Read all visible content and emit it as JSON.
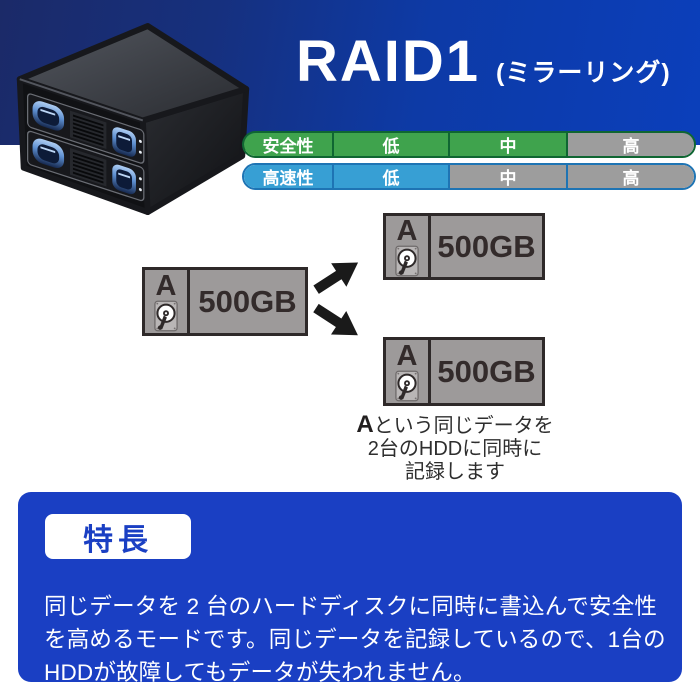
{
  "header": {
    "title": "RAID1",
    "subtitle": "(ミラーリング)",
    "bg_left_color": "#1b2a68",
    "bg_right_color": "#0b3fbb"
  },
  "ratings": {
    "safety": {
      "label": "安全性",
      "fill_color": "#3fa34d",
      "border_color": "#0f6632",
      "levels": [
        {
          "text": "低",
          "active": true
        },
        {
          "text": "中",
          "active": true
        },
        {
          "text": "高",
          "active": false
        }
      ]
    },
    "speed": {
      "label": "高速性",
      "fill_color": "#379fd4",
      "border_color": "#1e74b4",
      "levels": [
        {
          "text": "低",
          "active": true
        },
        {
          "text": "中",
          "active": false
        },
        {
          "text": "高",
          "active": false
        }
      ]
    },
    "inactive_color": "#9d9d9d"
  },
  "diagram": {
    "source": {
      "letter": "A",
      "capacity": "500GB"
    },
    "mirrors": [
      {
        "letter": "A",
        "capacity": "500GB"
      },
      {
        "letter": "A",
        "capacity": "500GB"
      }
    ],
    "caption": {
      "letter": "A",
      "line1_rest": "という同じデータを",
      "line2": "2台のHDDに同時に",
      "line3": "記録します"
    }
  },
  "feature": {
    "badge": "特長",
    "accent_color": "#1a3fc3",
    "line1": "同じデータを 2 台のハードディスクに同時に書込んで安全性",
    "line2": "を高めるモードです。同じデータを記録しているので、1台の",
    "line3": "HDDが故障してもデータが失われません。"
  },
  "icons": {
    "hdd": "hdd-platter-icon",
    "arrow": "block-arrow-icon",
    "enclosure": "two-bay-hdd-enclosure-illustration"
  }
}
